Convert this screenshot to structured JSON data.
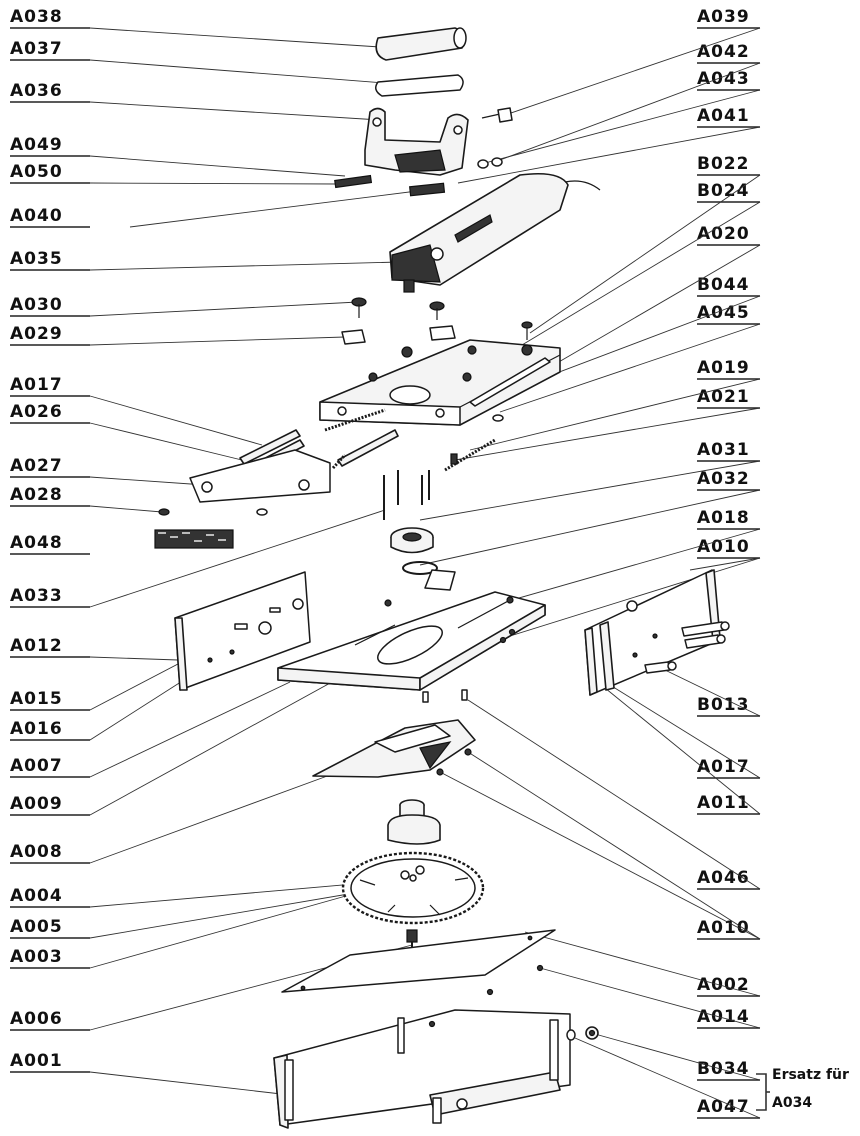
{
  "labels": {
    "A038": "A038",
    "A037": "A037",
    "A036": "A036",
    "A049": "A049",
    "A050": "A050",
    "A040": "A040",
    "A035": "A035",
    "A030": "A030",
    "A029": "A029",
    "A017_left": "A017",
    "A026": "A026",
    "A027": "A027",
    "A028": "A028",
    "A048": "A048",
    "A033": "A033",
    "A012": "A012",
    "A015": "A015",
    "A016": "A016",
    "A007": "A007",
    "A009": "A009",
    "A008": "A008",
    "A004": "A004",
    "A005": "A005",
    "A003": "A003",
    "A006": "A006",
    "A001": "A001",
    "A039": "A039",
    "A042": "A042",
    "A043": "A043",
    "A041": "A041",
    "B022": "B022",
    "B024": "B024",
    "A020": "A020",
    "B044": "B044",
    "A045": "A045",
    "A019": "A019",
    "A021": "A021",
    "A031": "A031",
    "A032": "A032",
    "A018": "A018",
    "A010_top": "A010",
    "B013": "B013",
    "A017_right": "A017",
    "A011": "A011",
    "A046": "A046",
    "A010_bottom": "A010",
    "A002": "A002",
    "A014": "A014",
    "B034": "B034",
    "A047": "A047"
  },
  "replacement_note": {
    "text": "Ersatz für",
    "target": "A034"
  }
}
